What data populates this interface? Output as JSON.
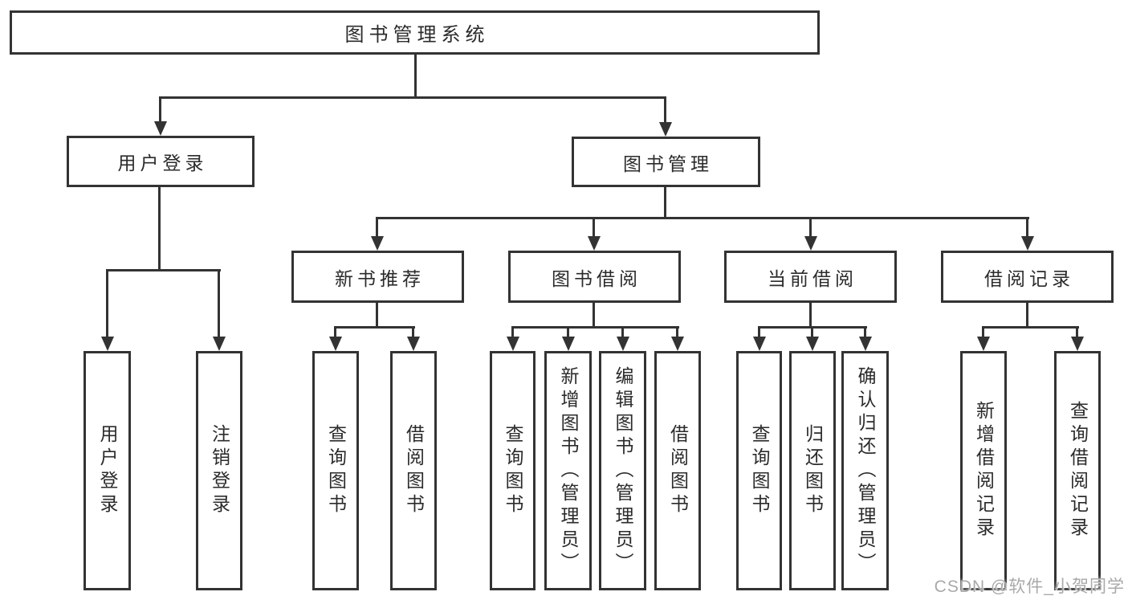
{
  "tree": {
    "root": "图书管理系统",
    "branches": [
      {
        "label": "用户登录",
        "children": [
          "用户登录",
          "注销登录"
        ]
      },
      {
        "label": "图书管理",
        "modules": [
          {
            "label": "新书推荐",
            "children": [
              "查询图书",
              "借阅图书"
            ]
          },
          {
            "label": "图书借阅",
            "children": [
              "查询图书",
              "新增图书（管理员）",
              "编辑图书（管理员）",
              "借阅图书"
            ]
          },
          {
            "label": "当前借阅",
            "children": [
              "查询图书",
              "归还图书",
              "确认归还（管理员）"
            ]
          },
          {
            "label": "借阅记录",
            "children": [
              "新增借阅记录",
              "查询借阅记录"
            ]
          }
        ]
      }
    ],
    "watermark": "CSDN @软件_小贺同学",
    "colors": {
      "line": "#333333",
      "text": "#2b2b2b",
      "watermark": "#a9a9a9",
      "background": "#ffffff"
    }
  }
}
